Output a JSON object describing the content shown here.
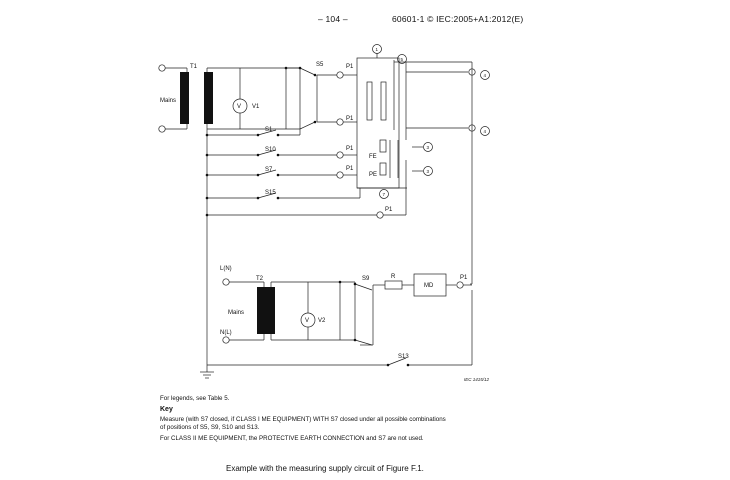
{
  "header": {
    "page_number": "– 104 –",
    "standard": "60601-1 © IEC:2005+A1:2012(E)"
  },
  "diagram": {
    "mains_top": "Mains",
    "mains_bottom": "Mains",
    "t1": "T1",
    "t2": "T2",
    "v1": "V",
    "v1_name": "V1",
    "v2": "V",
    "v2_name": "V2",
    "switches": {
      "s5": "S5",
      "s1": "S1",
      "s10": "S10",
      "s7": "S7",
      "s15": "S15",
      "s9": "S9",
      "s13": "S13"
    },
    "p1": "P1",
    "fe": "FE",
    "pe": "PE",
    "r": "R",
    "md": "MD",
    "ln": "L(N)",
    "nl": "N(L)",
    "refs": {
      "r1": "1",
      "r2": "2",
      "r3": "3",
      "r4": "4",
      "r5": "5",
      "r7": "7"
    },
    "iec_code": "IEC   1415/12"
  },
  "legend": {
    "reference": "For legends, see Table 5.",
    "key_title": "Key",
    "line1": "Measure (with S7 closed, if CLASS I ME EQUIPMENT) WITH S7 closed under all possible combinations of positions of S5, S9, S10 and S13.",
    "line2": "For CLASS II ME EQUIPMENT, the PROTECTIVE EARTH CONNECTION and S7 are not used."
  },
  "caption": "Example with the measuring supply circuit of Figure F.1."
}
